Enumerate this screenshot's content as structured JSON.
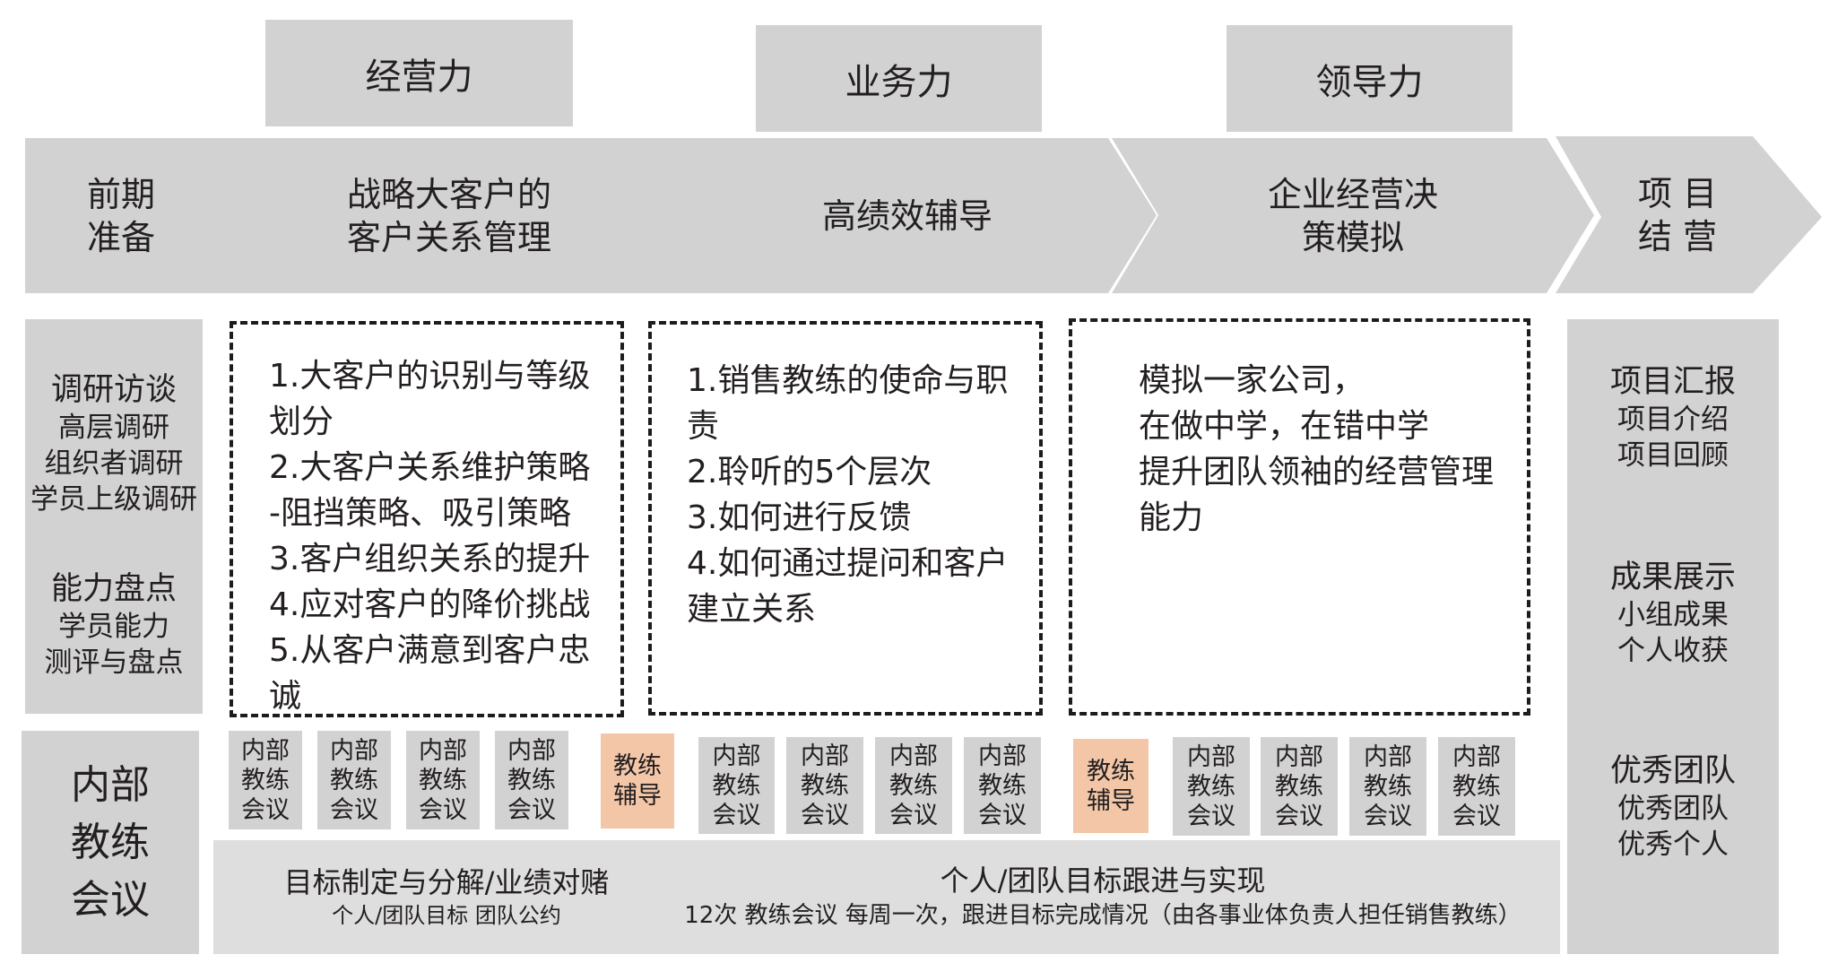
{
  "competencies": [
    "经营力",
    "业务力",
    "领导力"
  ],
  "phases": [
    {
      "lines": [
        "前期",
        "准备"
      ]
    },
    {
      "lines": [
        "战略大客户的",
        "客户关系管理"
      ]
    },
    {
      "lines": [
        "高绩效辅导"
      ]
    },
    {
      "lines": [
        "企业经营决",
        "策模拟"
      ]
    },
    {
      "lines": [
        "项 目",
        "结 营"
      ]
    }
  ],
  "prep": {
    "group1": {
      "title": "调研访谈",
      "items": [
        "高层调研",
        "组织者调研",
        "学员上级调研"
      ]
    },
    "group2": {
      "title": "能力盘点",
      "items": [
        "学员能力",
        "测评与盘点"
      ]
    }
  },
  "modules": [
    {
      "lines": [
        "1.大客户的识别与等级",
        "划分",
        "2.大客户关系维护策略",
        "-阻挡策略、吸引策略",
        "3.客户组织关系的提升",
        "4.应对客户的降价挑战",
        "5.从客户满意到客户忠",
        "诚"
      ]
    },
    {
      "lines": [
        "1.销售教练的使命与职",
        "责",
        "2.聆听的5个层次",
        "3.如何进行反馈",
        "4.如何通过提问和客户",
        "建立关系"
      ]
    },
    {
      "lines": [
        "模拟一家公司，",
        "在做中学，在错中学",
        "提升团队领袖的经营管理",
        "能力"
      ]
    }
  ],
  "closing": [
    {
      "title": "项目汇报",
      "items": [
        "项目介绍",
        "项目回顾"
      ]
    },
    {
      "title": "成果展示",
      "items": [
        "小组成果",
        "个人收获"
      ]
    },
    {
      "title": "优秀团队",
      "items": [
        "优秀团队",
        "优秀个人"
      ]
    }
  ],
  "internal_label": [
    "内部",
    "教练",
    "会议"
  ],
  "meeting_box": [
    "内部",
    "教练",
    "会议"
  ],
  "coach_box": [
    "教练",
    "辅导"
  ],
  "goals": {
    "left_title": "目标制定与分解/业绩对赌",
    "left_sub": "个人/团队目标  团队公约",
    "right_title": "个人/团队目标跟进与实现",
    "right_sub": "12次  教练会议  每周一次，跟进目标完成情况（由各事业体负责人担任销售教练）"
  },
  "colors": {
    "grey": "#d2d2d2",
    "light_grey": "#dedede",
    "coach": "#f2c6a6",
    "text": "#231f20"
  }
}
